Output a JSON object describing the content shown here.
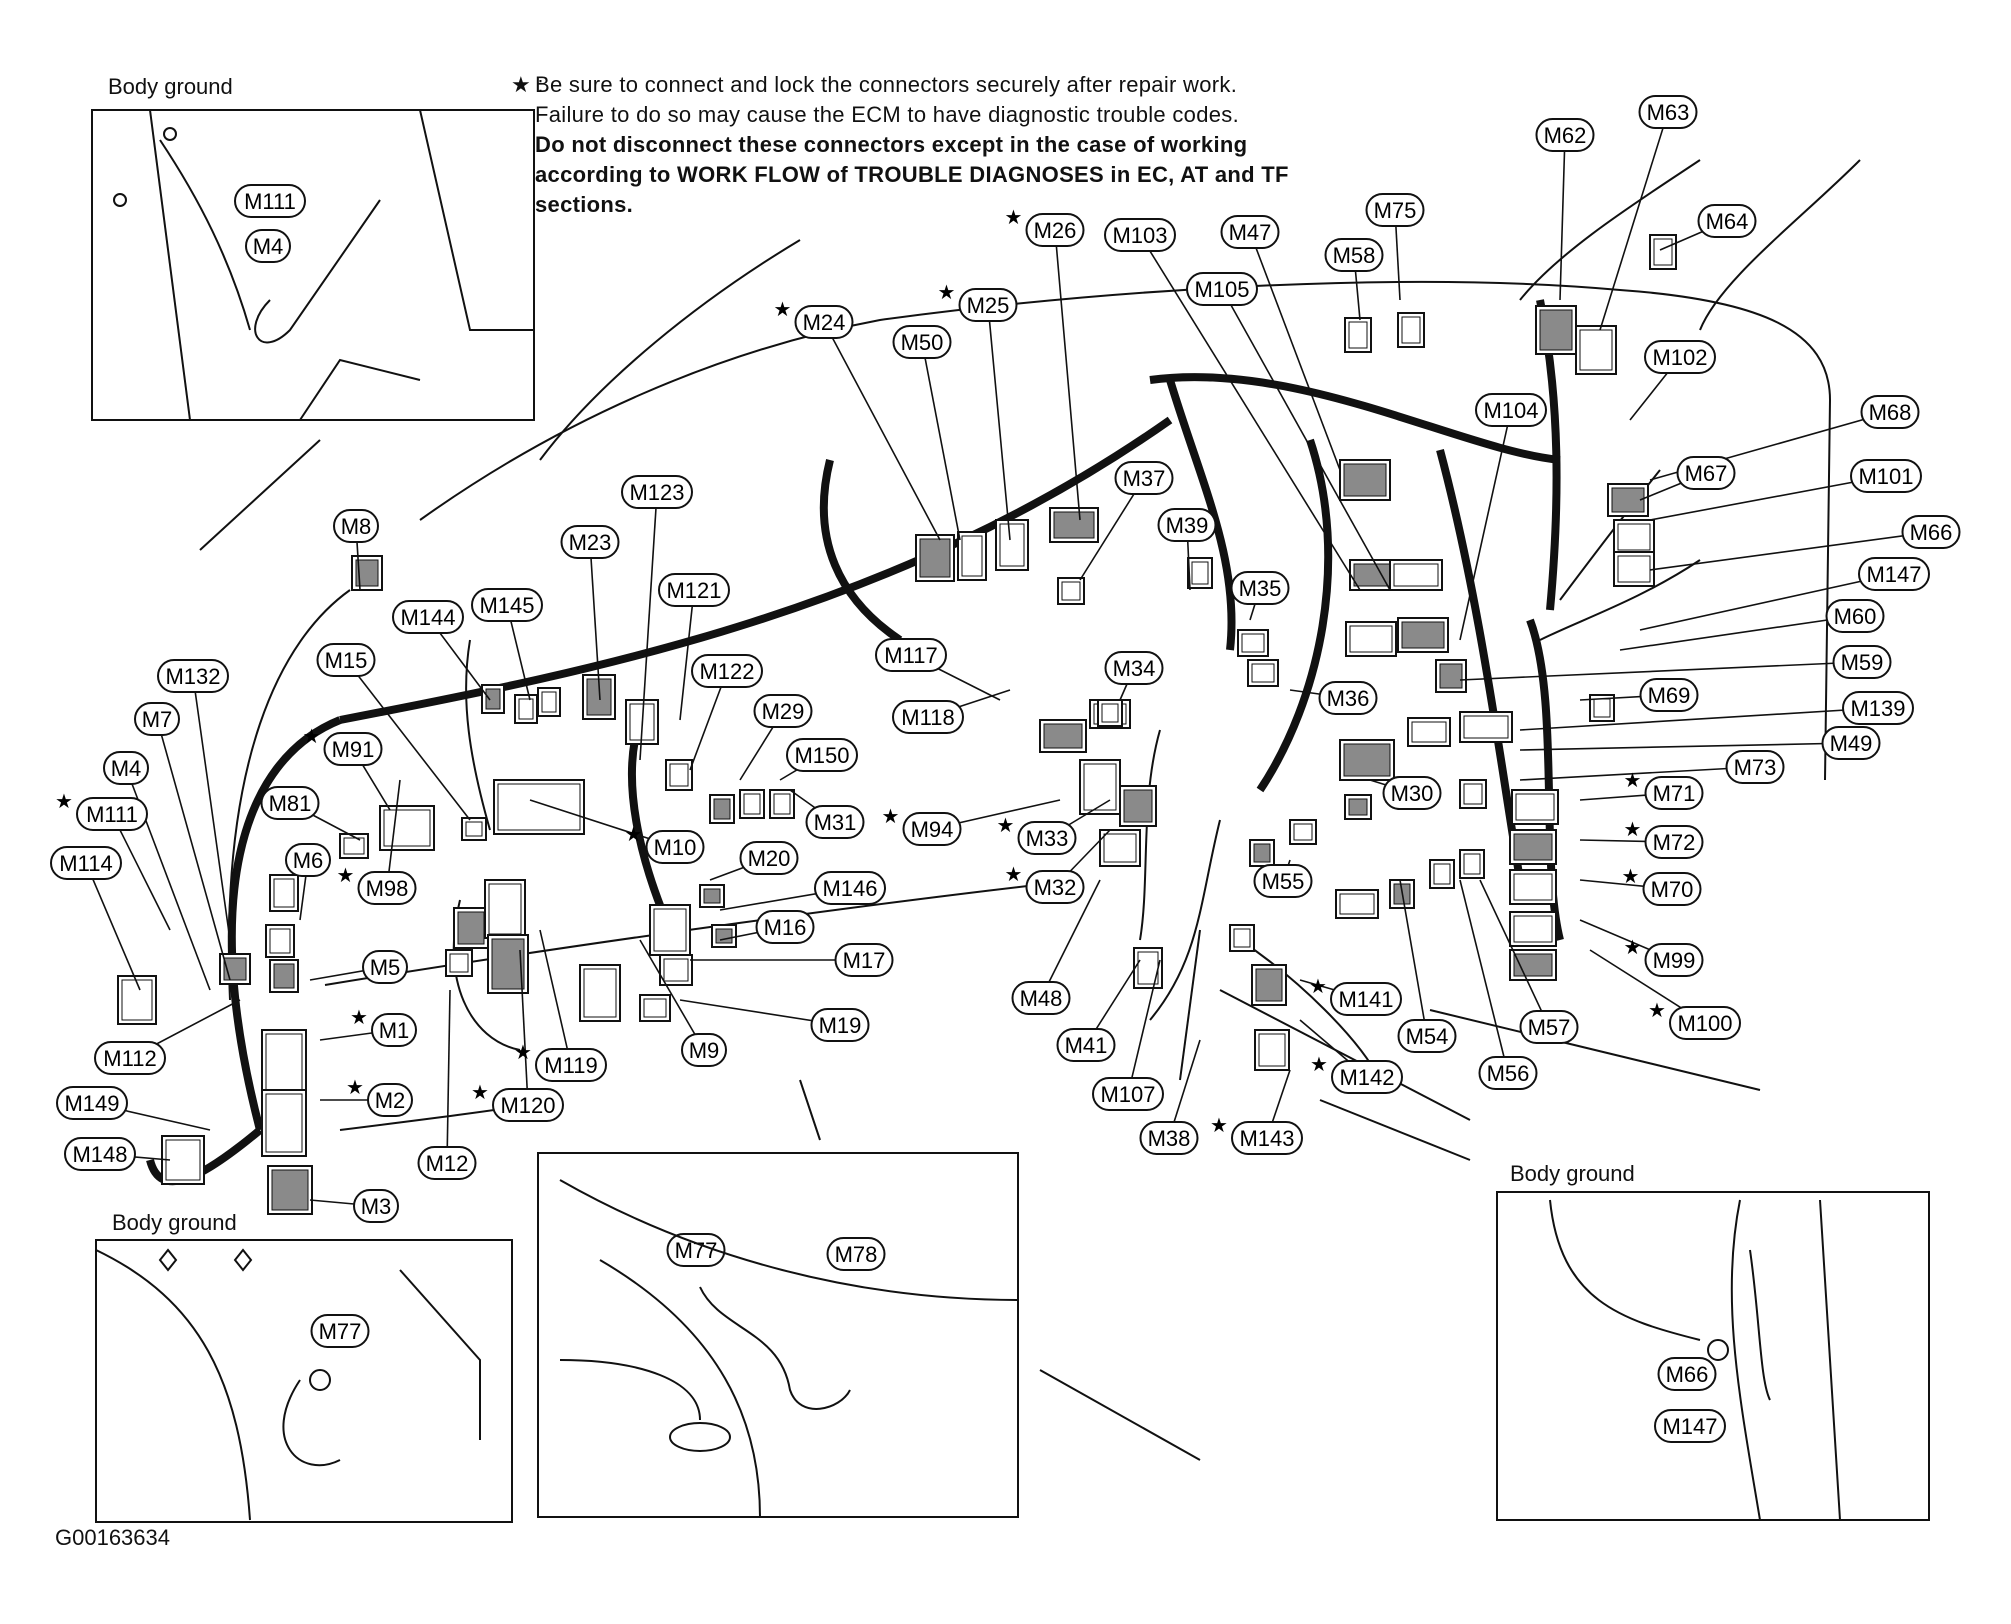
{
  "note": {
    "marker": "★ :",
    "line1": "Be sure to connect and lock the connectors securely after repair work.",
    "line2": "Failure to do so may cause the ECM to have diagnostic trouble codes.",
    "line3": "Do not disconnect these connectors except in the case of working",
    "line4": "according to WORK FLOW of TROUBLE DIAGNOSES in EC, AT and TF",
    "line5": "sections."
  },
  "insets": {
    "top_left": {
      "caption": "Body ground",
      "labels": [
        "M111",
        "M4"
      ]
    },
    "bottom_left": {
      "caption": "Body ground",
      "labels": [
        "M77"
      ]
    },
    "bottom_center": {
      "caption": "",
      "labels": [
        "M77",
        "M78"
      ]
    },
    "bottom_right": {
      "caption": "Body ground",
      "labels": [
        "M66",
        "M147"
      ]
    }
  },
  "figure_code": "G00163634",
  "star_glyph": "★",
  "connectors": [
    {
      "id": "M8"
    },
    {
      "id": "M132"
    },
    {
      "id": "M7"
    },
    {
      "id": "M4"
    },
    {
      "id": "M111",
      "star": true
    },
    {
      "id": "M114"
    },
    {
      "id": "M81"
    },
    {
      "id": "M6"
    },
    {
      "id": "M98",
      "star": true
    },
    {
      "id": "M5"
    },
    {
      "id": "M112"
    },
    {
      "id": "M1",
      "star": true
    },
    {
      "id": "M2",
      "star": true
    },
    {
      "id": "M149"
    },
    {
      "id": "M148"
    },
    {
      "id": "M3"
    },
    {
      "id": "M12"
    },
    {
      "id": "M15"
    },
    {
      "id": "M91",
      "star": true
    },
    {
      "id": "M144"
    },
    {
      "id": "M145"
    },
    {
      "id": "M23"
    },
    {
      "id": "M123"
    },
    {
      "id": "M121"
    },
    {
      "id": "M122"
    },
    {
      "id": "M29"
    },
    {
      "id": "M150"
    },
    {
      "id": "M31"
    },
    {
      "id": "M10",
      "star": true
    },
    {
      "id": "M20"
    },
    {
      "id": "M146"
    },
    {
      "id": "M16"
    },
    {
      "id": "M17"
    },
    {
      "id": "M19"
    },
    {
      "id": "M9"
    },
    {
      "id": "M119",
      "star": true
    },
    {
      "id": "M120",
      "star": true
    },
    {
      "id": "M24",
      "star": true
    },
    {
      "id": "M50"
    },
    {
      "id": "M25",
      "star": true
    },
    {
      "id": "M26",
      "star": true
    },
    {
      "id": "M37"
    },
    {
      "id": "M103"
    },
    {
      "id": "M47"
    },
    {
      "id": "M105"
    },
    {
      "id": "M58"
    },
    {
      "id": "M75"
    },
    {
      "id": "M62"
    },
    {
      "id": "M63"
    },
    {
      "id": "M64"
    },
    {
      "id": "M102"
    },
    {
      "id": "M104"
    },
    {
      "id": "M68"
    },
    {
      "id": "M67"
    },
    {
      "id": "M101"
    },
    {
      "id": "M66"
    },
    {
      "id": "M147"
    },
    {
      "id": "M60"
    },
    {
      "id": "M59"
    },
    {
      "id": "M139"
    },
    {
      "id": "M69"
    },
    {
      "id": "M49"
    },
    {
      "id": "M73"
    },
    {
      "id": "M71",
      "star": true
    },
    {
      "id": "M72",
      "star": true
    },
    {
      "id": "M70",
      "star": true
    },
    {
      "id": "M99",
      "star": true
    },
    {
      "id": "M100",
      "star": true
    },
    {
      "id": "M57"
    },
    {
      "id": "M56"
    },
    {
      "id": "M54"
    },
    {
      "id": "M141",
      "star": true
    },
    {
      "id": "M142",
      "star": true
    },
    {
      "id": "M143",
      "star": true
    },
    {
      "id": "M38"
    },
    {
      "id": "M107"
    },
    {
      "id": "M41"
    },
    {
      "id": "M48"
    },
    {
      "id": "M32",
      "star": true
    },
    {
      "id": "M33",
      "star": true
    },
    {
      "id": "M94",
      "star": true
    },
    {
      "id": "M118"
    },
    {
      "id": "M117"
    },
    {
      "id": "M34"
    },
    {
      "id": "M39"
    },
    {
      "id": "M35"
    },
    {
      "id": "M36"
    },
    {
      "id": "M30"
    },
    {
      "id": "M55"
    }
  ]
}
